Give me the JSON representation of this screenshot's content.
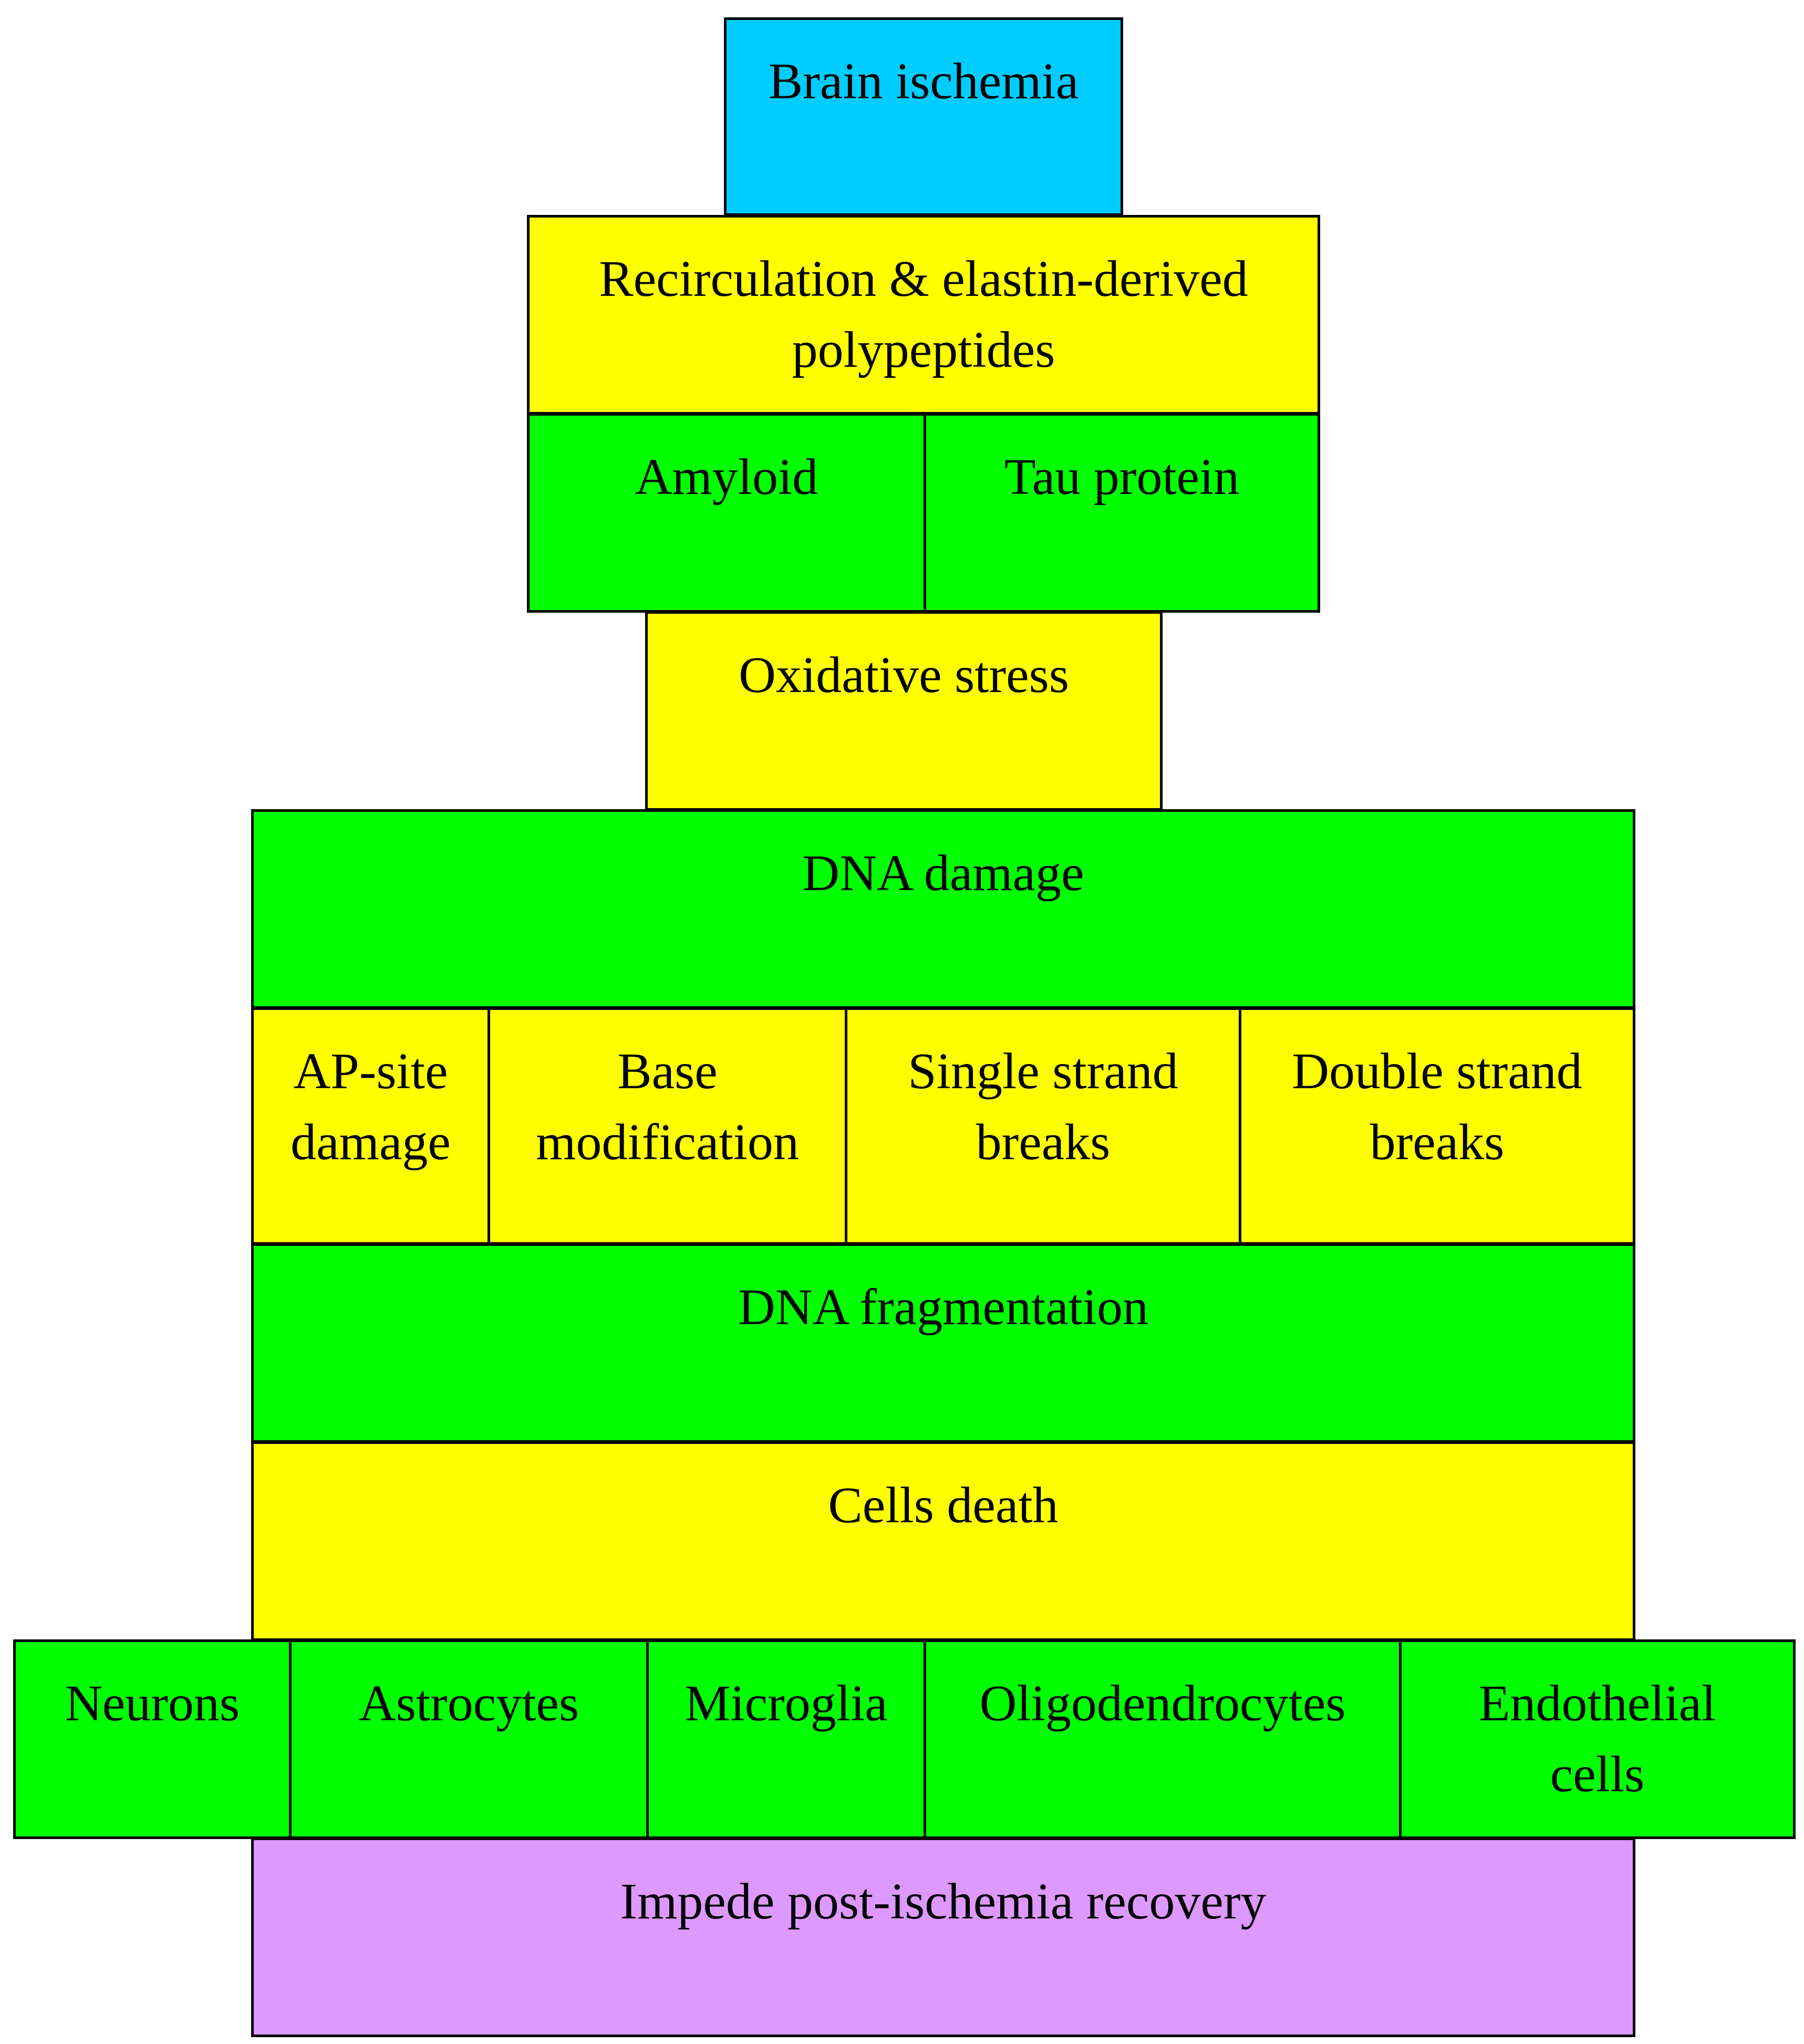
{
  "colors": {
    "cyan": "#00CCFF",
    "yellow": "#FFFF00",
    "green": "#00FF00",
    "lavender": "#DD99FF",
    "border": "#000000"
  },
  "diagram": {
    "brain_ischemia": "Brain ischemia",
    "recirculation": "Recirculation & elastin-derived polypeptides",
    "amyloid": "Amyloid",
    "tau_protein": "Tau protein",
    "oxidative_stress": "Oxidative stress",
    "dna_damage": "DNA damage",
    "ap_site_damage": "AP-site damage",
    "base_modification": "Base modification",
    "single_strand_breaks": "Single strand breaks",
    "double_strand_breaks": "Double strand breaks",
    "dna_fragmentation": "DNA fragmentation",
    "cells_death": "Cells death",
    "neurons": "Neurons",
    "astrocytes": "Astrocytes",
    "microglia": "Microglia",
    "oligodendrocytes": "Oligodendrocytes",
    "endothelial_cells": "Endothelial cells",
    "impede_recovery": "Impede post-ischemia recovery"
  }
}
